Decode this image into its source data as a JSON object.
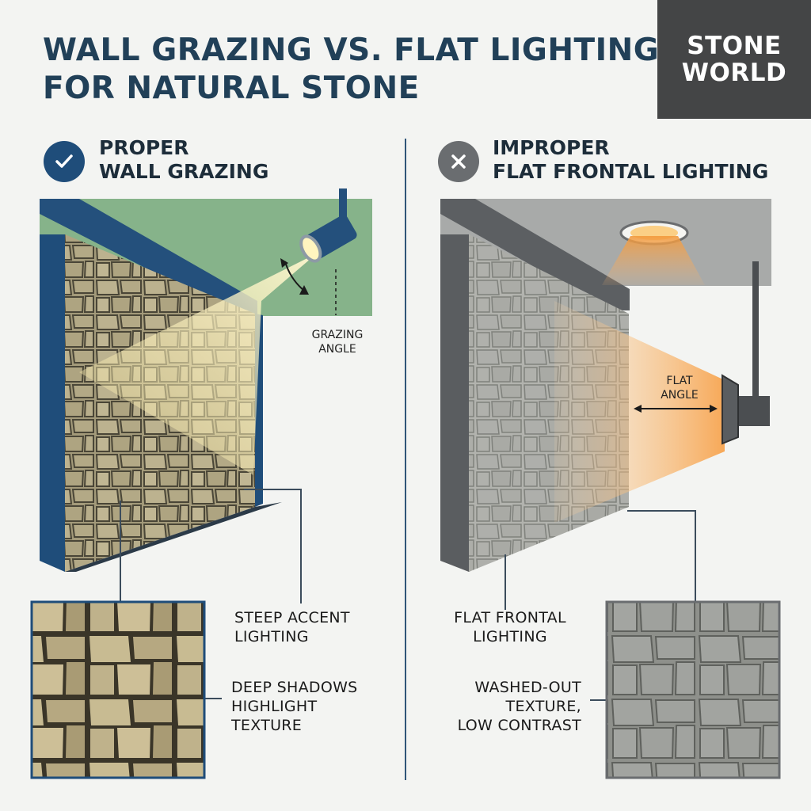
{
  "title": {
    "line1": "WALL GRAZING VS. FLAT LIGHTING",
    "line2": "FOR NATURAL STONE"
  },
  "logo": {
    "line1": "STONE",
    "line2": "WORLD"
  },
  "proper": {
    "heading_line1": "PROPER",
    "heading_line2": "WALL GRAZING",
    "angle_label_line1": "GRAZING",
    "angle_label_line2": "ANGLE",
    "callout1_line1": "STEEP ACCENT",
    "callout1_line2": "LIGHTING",
    "callout2_line1": "DEEP SHADOWS",
    "callout2_line2": "HIGHLIGHT",
    "callout2_line3": "TEXTURE"
  },
  "improper": {
    "heading_line1": "IMPROPER",
    "heading_line2": "FLAT FRONTAL LIGHTING",
    "angle_label_line1": "FLAT",
    "angle_label_line2": "ANGLE",
    "callout1_line1": "FLAT FRONTAL",
    "callout1_line2": "LIGHTING",
    "callout2_line1": "WASHED-OUT",
    "callout2_line2": "TEXTURE,",
    "callout2_line3": "LOW CONTRAST"
  },
  "colors": {
    "navy": "#1f4d7a",
    "green": "#86b38a",
    "stone_warm": "#b9ad8a",
    "stone_gray": "#a5a7a2",
    "beam_yellow": "#f8e9a6",
    "beam_orange": "#f6a552"
  },
  "icons": {
    "proper": "check-icon",
    "improper": "x-icon"
  }
}
